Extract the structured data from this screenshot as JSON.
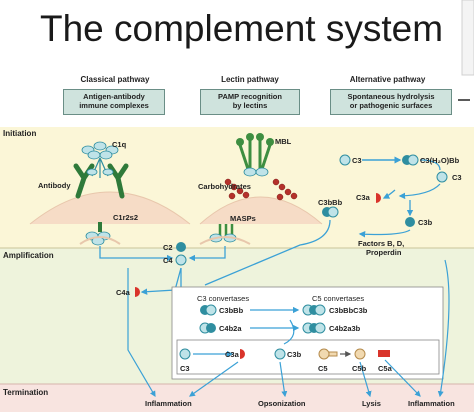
{
  "title": "The complement system",
  "pathways": [
    {
      "name": "Classical pathway",
      "trigger": [
        "Antigen-antibody",
        "immune complexes"
      ]
    },
    {
      "name": "Lectin pathway",
      "trigger": [
        "PAMP recognition",
        "by lectins"
      ]
    },
    {
      "name": "Alternative pathway",
      "trigger": [
        "Spontaneous hydrolysis",
        "or pathogenic surfaces"
      ]
    }
  ],
  "stages": [
    "Initiation",
    "Amplification",
    "Termination"
  ],
  "labels": {
    "c1q": "C1q",
    "antibody": "Antibody",
    "c1r2s2": "C1r2s2",
    "mbl": "MBL",
    "carbohydrates": "Carbohydrates",
    "masps": "MASPs",
    "c3": "C3",
    "c3h2obb": "C3(H₂O)Bb",
    "c3_alt": "C3",
    "c3a_alt": "C3a",
    "c3b": "C3b",
    "c3bbb": "C3bBb",
    "factors": [
      "Factors B, D,",
      "Properdin"
    ],
    "c2": "C2",
    "c4": "C4",
    "c4a": "C4a",
    "c3_convertases": "C3 convertases",
    "c5_convertases": "C5 convertases",
    "c3bbb_conv": "C3bBb",
    "c4b2a": "C4b2a",
    "c3bbbc3b": "C3bBbC3b",
    "c4b2a3b": "C4b2a3b",
    "c3_bottom": "C3",
    "c3a_bottom": "C3a",
    "c3b_bottom": "C3b",
    "c5": "C5",
    "c5b": "C5b",
    "c5a": "C5a"
  },
  "outcomes": [
    "Inflammation",
    "Opsonization",
    "Lysis",
    "Inflammation"
  ],
  "colors": {
    "initiation_bg": "#fbf6d7",
    "amplification_bg": "#eef3dc",
    "termination_bg": "#f8e4e0",
    "arrow": "#3ba1d6",
    "component_teal": "#2f8ea0",
    "component_light": "#bfe3e8",
    "c3a_red": "#d9342b",
    "c5_tan": "#f1d9b0",
    "lectin_green": "#3e8e41",
    "mbl_red": "#b5312b"
  }
}
